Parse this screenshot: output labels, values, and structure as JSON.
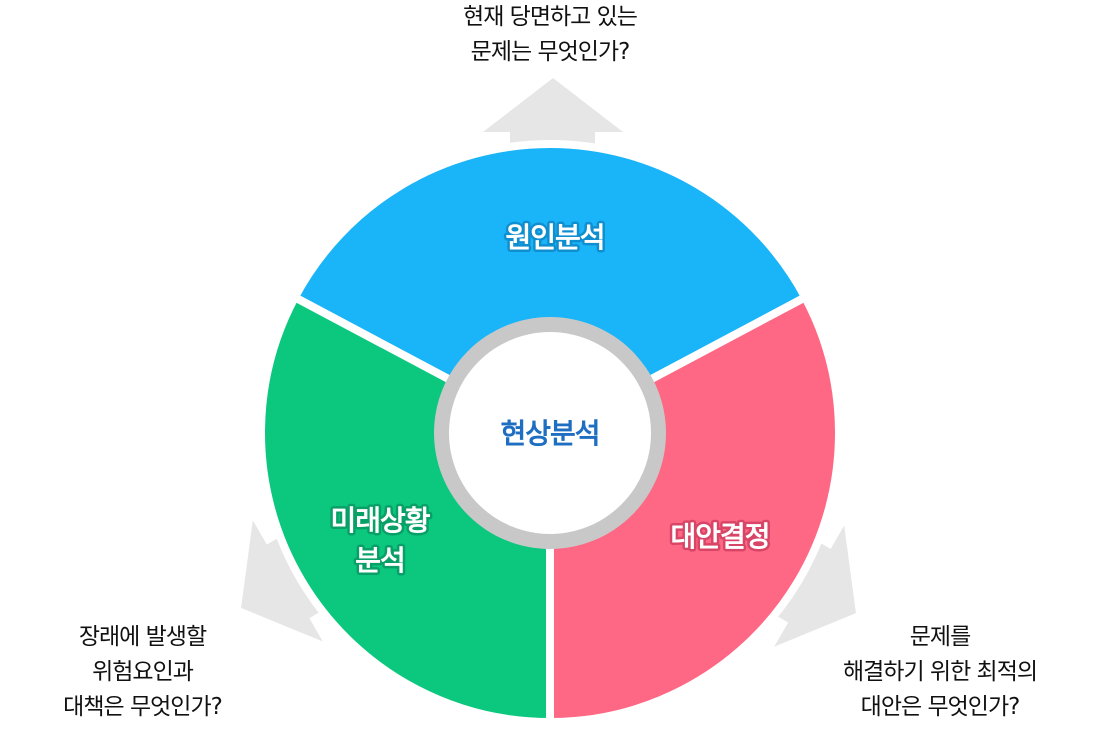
{
  "center": {
    "label": "현상분석",
    "color": "#1e6fc2"
  },
  "segments": [
    {
      "label_lines": [
        "원인분석"
      ],
      "color": "#1ab4f8",
      "edge": "#0f8fd0"
    },
    {
      "label_lines": [
        "대안결정"
      ],
      "color": "#ff6884",
      "edge": "#d94566"
    },
    {
      "label_lines": [
        "미래상황",
        "분석"
      ],
      "color": "#0bc87e",
      "edge": "#08a066"
    }
  ],
  "questions": {
    "top": [
      "현재 당면하고 있는",
      "문제는 무엇인가?"
    ],
    "bottom_right": [
      "문제를",
      "해결하기 위한 최적의",
      "대안은 무엇인가?"
    ],
    "bottom_left": [
      "장래에 발생할",
      "위험요인과",
      "대책은 무엇인가?"
    ]
  },
  "colors": {
    "arrow": "#e6e6e6",
    "ring": "#c8c8c8"
  }
}
